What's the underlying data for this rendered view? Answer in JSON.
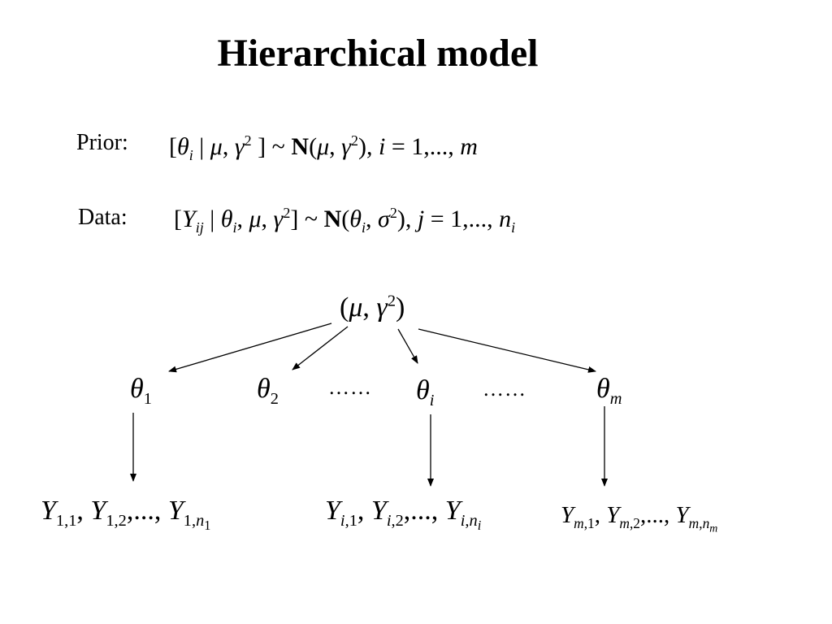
{
  "title": "Hierarchical model",
  "prior": {
    "label": "Prior:",
    "lhs_theta_index": "i",
    "distribution": "N",
    "index_var": "i",
    "index_start": "1",
    "index_end": "m"
  },
  "data": {
    "label": "Data:",
    "obs_var": "Y",
    "obs_index": "ij",
    "theta_index": "i",
    "distribution": "N",
    "index_var": "j",
    "index_start": "1",
    "index_end": "n",
    "index_end_sub": "i"
  },
  "diagram": {
    "hyper_node": "(μ, γ²)",
    "theta_nodes": [
      {
        "symbol": "θ",
        "index": "1"
      },
      {
        "symbol": "θ",
        "index": "2"
      },
      {
        "symbol": "θ",
        "index": "i"
      },
      {
        "symbol": "θ",
        "index": "m"
      }
    ],
    "ellipsis_left": "……",
    "ellipsis_right": "……",
    "observation_groups": [
      {
        "group": "1",
        "n_sub": "1"
      },
      {
        "group": "i",
        "n_sub": "i"
      },
      {
        "group": "m",
        "n_sub": "m"
      }
    ]
  }
}
